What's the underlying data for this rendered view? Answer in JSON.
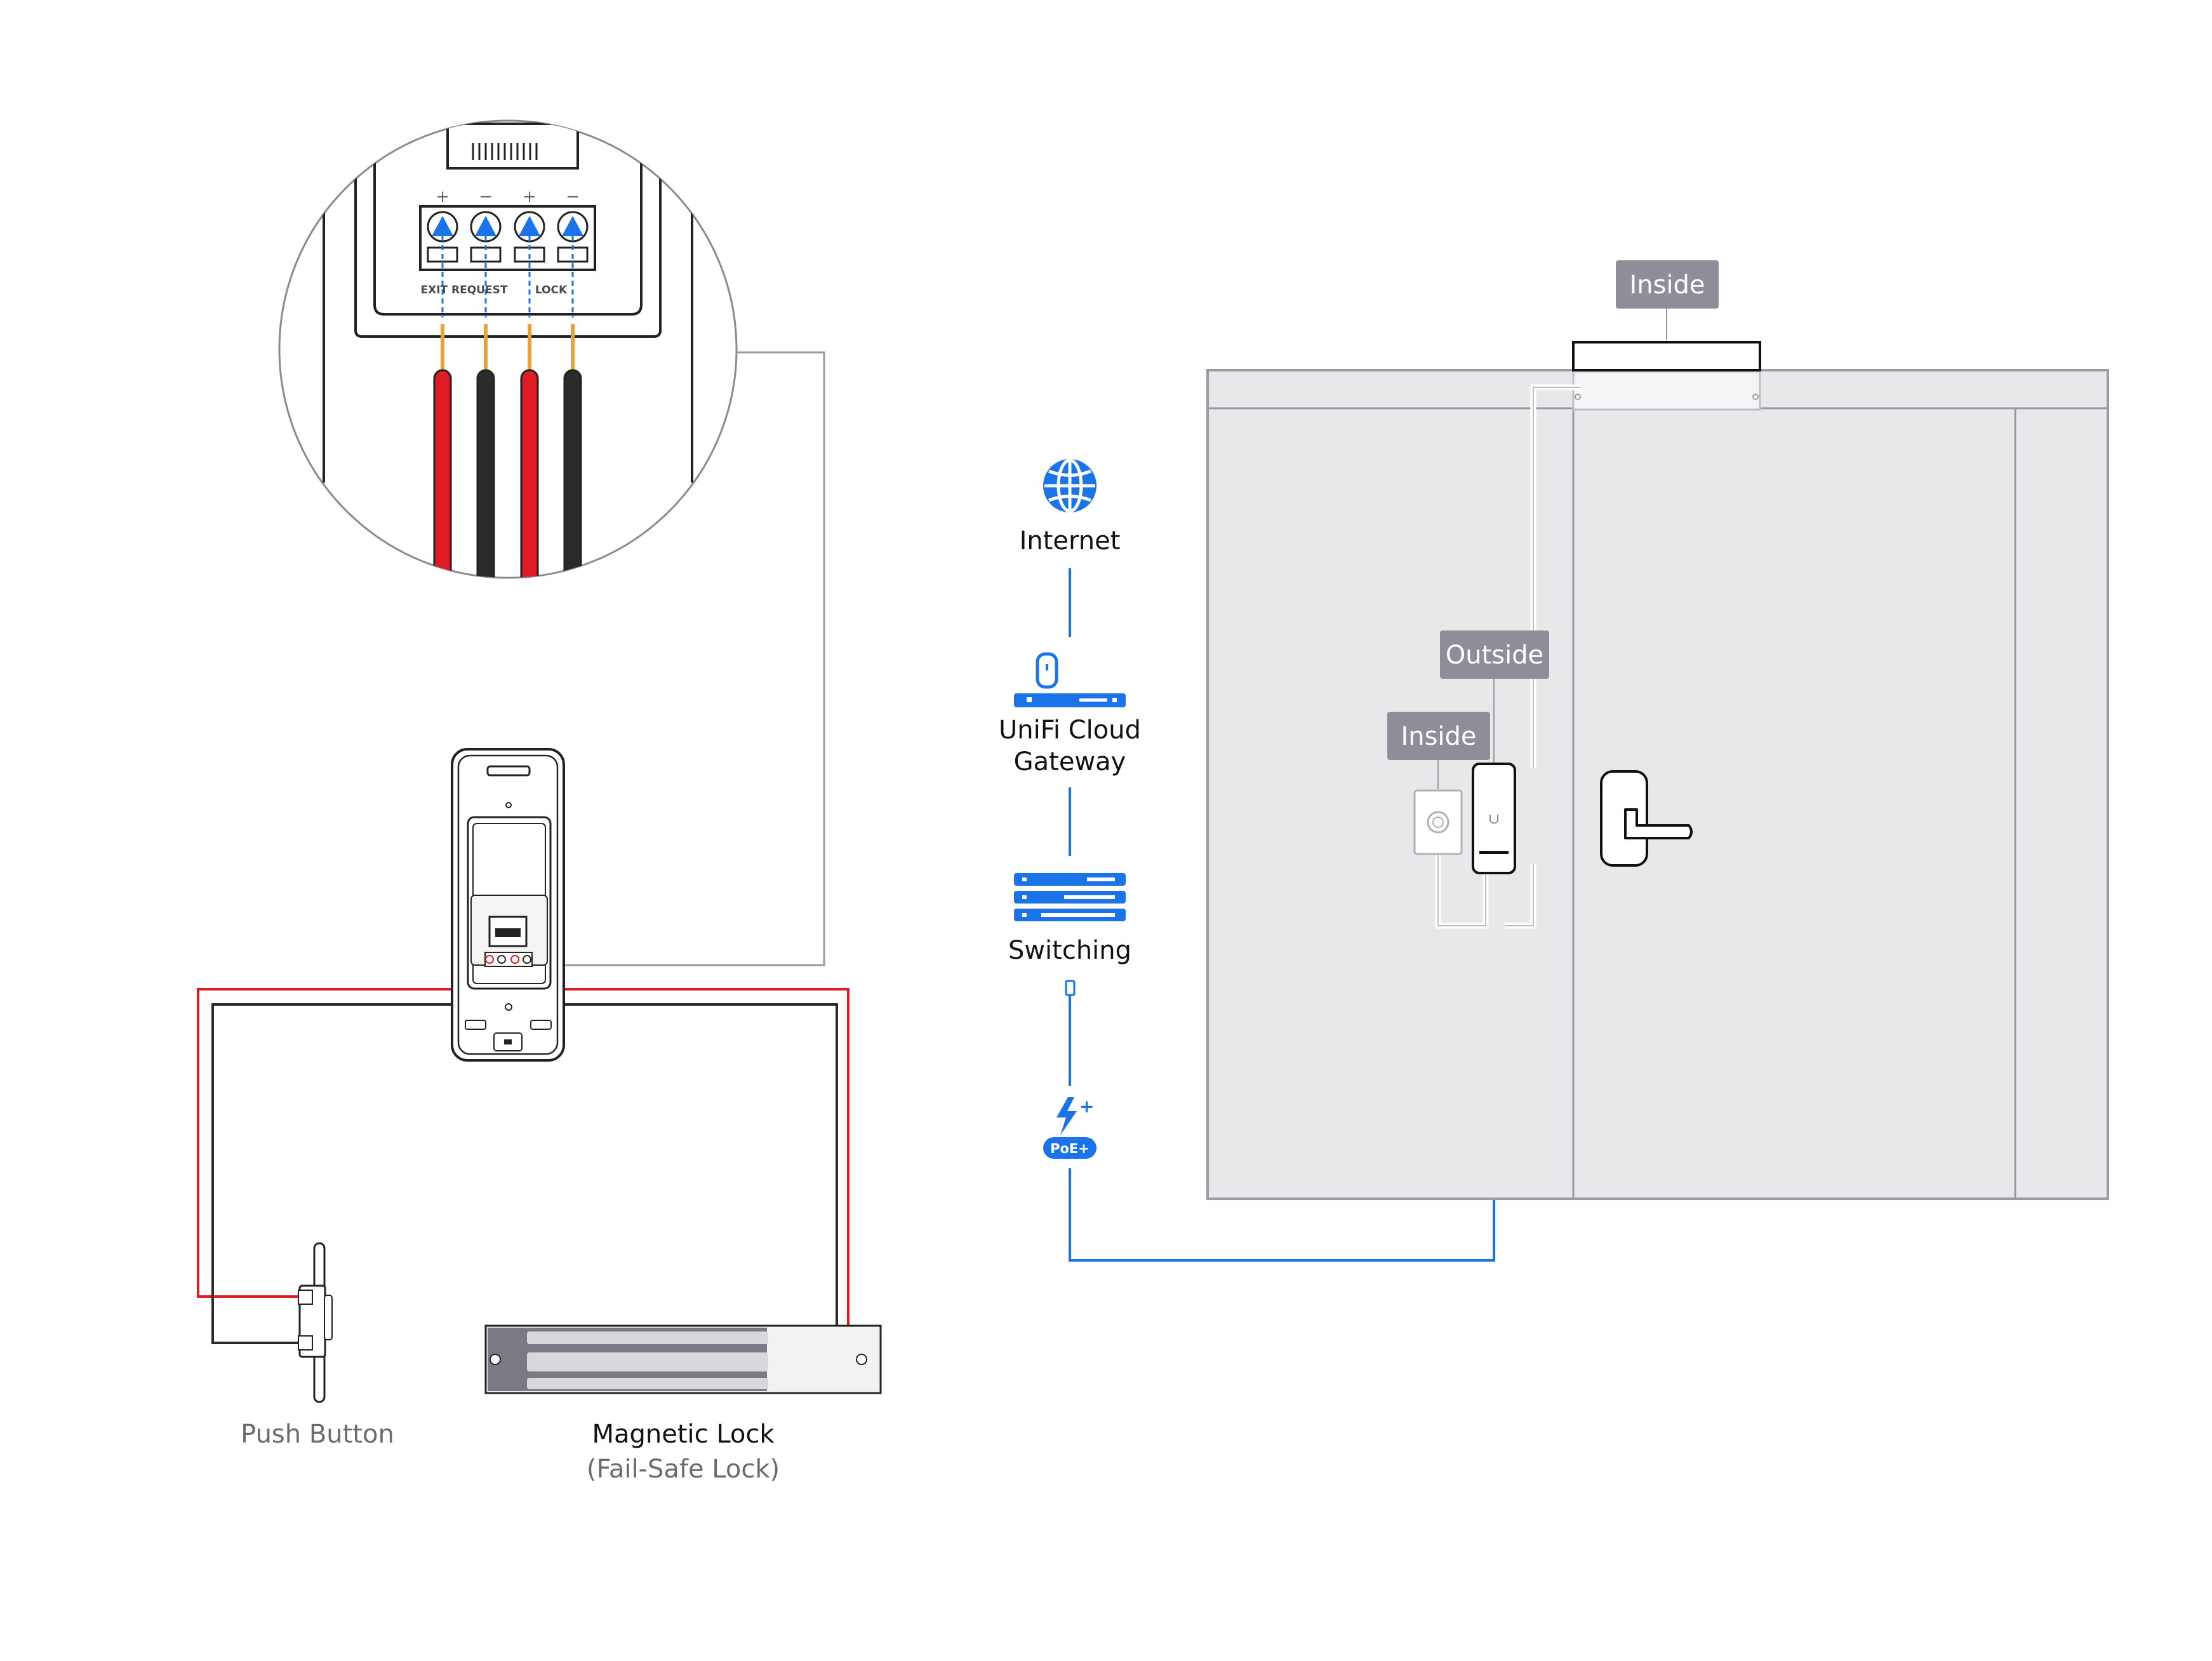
{
  "colors": {
    "accent_blue": "#1a73e8",
    "wire_red": "#e01b24",
    "wire_black": "#2b2b2b",
    "wire_orange": "#e9a23b",
    "tag_grey": "#8e8e98",
    "door_fill": "#e8e8ea",
    "door_stroke": "#9a9aa2"
  },
  "zoom_inset": {
    "polarity_marks": [
      "+",
      "−",
      "+",
      "−"
    ],
    "terminal_labels": {
      "exit_request": "EXIT REQUEST",
      "lock": "LOCK"
    },
    "wires": [
      "red",
      "black",
      "red",
      "black"
    ]
  },
  "network_chain": [
    {
      "label": "Internet",
      "icon": "globe-icon"
    },
    {
      "label_line1": "UniFi Cloud",
      "label_line2": "Gateway",
      "icon": "cloud-gateway-icon"
    },
    {
      "label": "Switching",
      "icon": "switch-icon"
    },
    {
      "label": "PoE+",
      "icon": "poe-bolt-icon"
    }
  ],
  "components": {
    "push_button": "Push Button",
    "magnetic_lock": "Magnetic Lock",
    "magnetic_lock_sub": "(Fail-Safe Lock)"
  },
  "door_tags": {
    "top": "Inside",
    "outside": "Outside",
    "inside": "Inside"
  }
}
